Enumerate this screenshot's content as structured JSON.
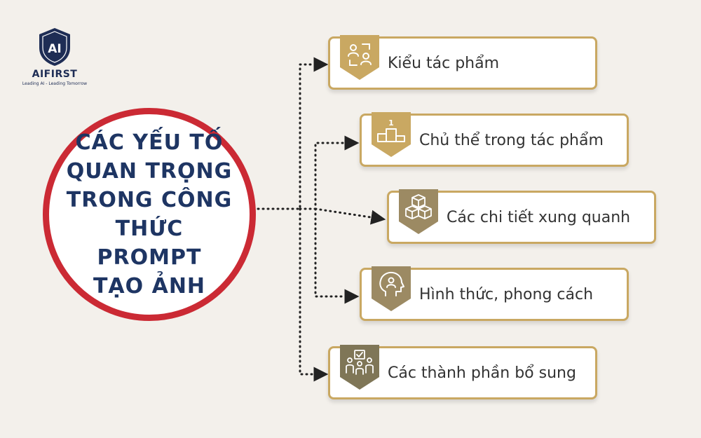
{
  "brand": {
    "name": "AIFIRST",
    "monogram": "AI",
    "tagline": "Leading AI - Leading Tomorrow",
    "color": "#1e2d55"
  },
  "center": {
    "lines": [
      "CÁC YẾU TỐ",
      "QUAN TRỌNG",
      "TRONG CÔNG",
      "THỨC PROMPT",
      "TẠO ẢNH"
    ],
    "text_color": "#1e3563",
    "ring_color": "#cb2a34"
  },
  "items": [
    {
      "label": "Kiểu tác phẩm",
      "icon": "people-exchange-icon",
      "badge_color": "#c9a862"
    },
    {
      "label": "Chủ thể trong tác phẩm",
      "icon": "podium-icon",
      "badge_color": "#c9a862"
    },
    {
      "label": "Các chi tiết xung quanh",
      "icon": "cubes-icon",
      "badge_color": "#9c8a63"
    },
    {
      "label": "Hình thức, phong cách",
      "icon": "head-person-icon",
      "badge_color": "#9c8a63"
    },
    {
      "label": "Các thành phần bổ sung",
      "icon": "team-checklist-icon",
      "badge_color": "#7f7657"
    }
  ],
  "colors": {
    "background": "#f3f0eb",
    "card_border": "#c9a862",
    "connector": "#222222"
  }
}
